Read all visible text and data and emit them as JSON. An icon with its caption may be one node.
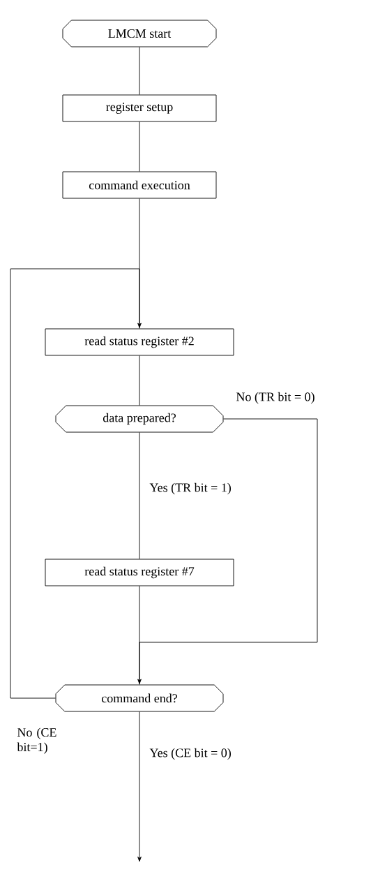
{
  "diagram": {
    "nodes": [
      {
        "text": [
          "LMCM start"
        ]
      },
      {
        "text": [
          "register setup"
        ]
      },
      {
        "text": [
          "command execution"
        ]
      },
      {
        "text": [
          "read status register #2"
        ]
      },
      {
        "text": [
          "data prepared?"
        ]
      },
      {
        "text": [
          "read status register #7"
        ]
      },
      {
        "text": [
          "command end?"
        ]
      }
    ],
    "edges": [
      {
        "from": 0,
        "to": 1,
        "arrow": "none"
      },
      {
        "from": 1,
        "to": 2,
        "arrow": "none"
      },
      {
        "from": 2,
        "to": 3,
        "arrow": "none"
      },
      {
        "from": 3,
        "to": 4,
        "arrow": "none"
      },
      {
        "from": 4,
        "to": 6,
        "arrow": "to",
        "label": "No (TR bit = 0)"
      },
      {
        "from": 4,
        "to": 5,
        "arrow": "none",
        "label": "Yes (TR bit = 1)"
      },
      {
        "from": 5,
        "to": 6,
        "arrow": "none"
      },
      {
        "from": 6,
        "to": 3,
        "arrow": "to",
        "label": "No (CE bit=1)"
      },
      {
        "from": 6,
        "to": null,
        "arrow": "to",
        "label": "Yes (CE bit = 0)"
      }
    ]
  }
}
